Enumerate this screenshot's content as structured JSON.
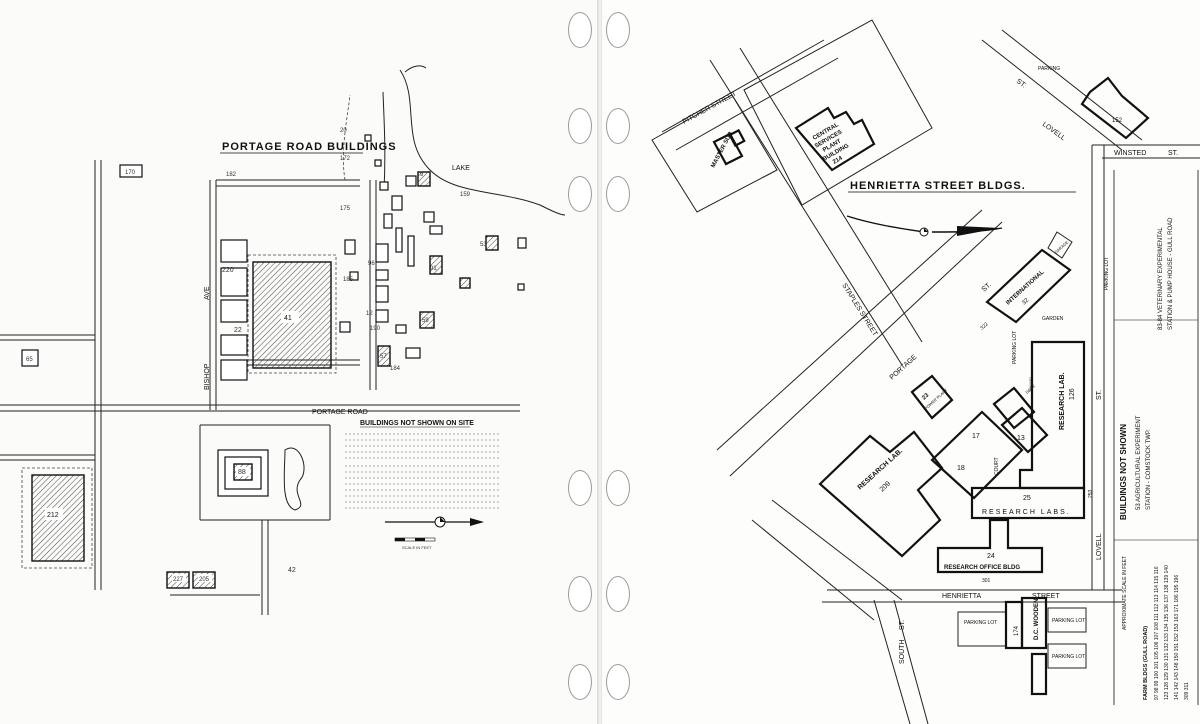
{
  "left_map": {
    "title": "PORTAGE ROAD BUILDINGS",
    "roads": {
      "portage_road": "PORTAGE ROAD",
      "bishop": "BISHOP",
      "ave": "AVE"
    },
    "lake": "LAKE",
    "buildings": {
      "b41": "41",
      "b170": "170",
      "b65": "65",
      "b212": "212",
      "b88": "88",
      "b227": "227",
      "b205": "205",
      "b42": "42",
      "b220": "220",
      "b22": "22",
      "b20": "20",
      "b172": "172",
      "b159": "159",
      "b53": "53",
      "b9": "9",
      "b91": "91",
      "b59": "59",
      "b12": "12",
      "b57": "57",
      "b185": "185",
      "b182": "182",
      "b175": "175",
      "b96": "96",
      "b190": "190",
      "b184": "184"
    },
    "legend_title": "BUILDINGS NOT SHOWN ON SITE",
    "scale_label": "SCALE IN FEET"
  },
  "right_map": {
    "title": "HENRIETTA STREET BLDGS.",
    "streets": {
      "pitcher": "PITCHER STREET",
      "staples": "STAPLES STREET",
      "portage": "PORTAGE",
      "portage_st": "ST.",
      "henrietta": "HENRIETTA",
      "henrietta_street": "STREET",
      "south": "SOUTH",
      "south_st": "ST.",
      "lovell": "LOVELL",
      "lovell_st": "ST.",
      "winsted": "WINSTED",
      "winsted_st": "ST.",
      "lovell_top": "LOVELL",
      "lovell_top_st": "ST."
    },
    "buildings": {
      "master_sub": "MASTER SUB",
      "central_1": "CENTRAL",
      "central_2": "SERVICES",
      "central_3": "PLANT",
      "central_4": "BUILDING",
      "central_5": "214",
      "b152": "152",
      "international": "INTERNATIONAL",
      "b32": "32",
      "garage": "GARAGE",
      "garden": "GARDEN",
      "b322": "322",
      "research_lab_209_a": "RESEARCH LAB.",
      "research_lab_209_b": "209",
      "research_lab_126_a": "RESEARCH LAB.",
      "research_lab_126_b": "126",
      "b17": "17",
      "b18": "18",
      "b13": "13",
      "court": "COURT",
      "tunnel": "TUNNEL",
      "dock": "DOCK",
      "power_plant_a": "23",
      "power_plant_b": "POWER PLANT",
      "b25": "25",
      "research_labs": "RESEARCH LABS.",
      "b24": "24",
      "research_office": "RESEARCH OFFICE BLDG",
      "b301": "301",
      "b253": "253",
      "parking_lot_1": "PARKING LOT",
      "parking_lot_2": "PARKING LOT",
      "parking_lot_3": "PARKING LOT",
      "parking_lot_4": "PARKING LOT",
      "parking_top": "PARKING",
      "parking_right": "PARKING LOT",
      "b174": "174",
      "dc_wooden": "D.C. WOODEN"
    },
    "side_panel": {
      "header": "BUILDINGS NOT SHOWN",
      "line1": "53 AGRICULTURAL EXPERIMENT",
      "line1b": "STATION - COMSTOCK TWP.",
      "line2": "83-84 VETERINARY EXPERIMENTAL",
      "line2b": "STATION & PUMP HOUSE - GULL ROAD",
      "scale": "APPROXIMATE SCALE IN FEET",
      "farm_header": "FARM BLDGS (GULL ROAD)",
      "farm_row1": "97 98 99 100 101 105 106 107 108 111 112 113 114 115 116",
      "farm_row2": "123 128 129 130 131 132 133 134 135 136 137 138 139 140",
      "farm_row3": "141 142 143 148 150 151 152 153 163 171 186 195 196",
      "farm_row4": "309 311"
    }
  }
}
